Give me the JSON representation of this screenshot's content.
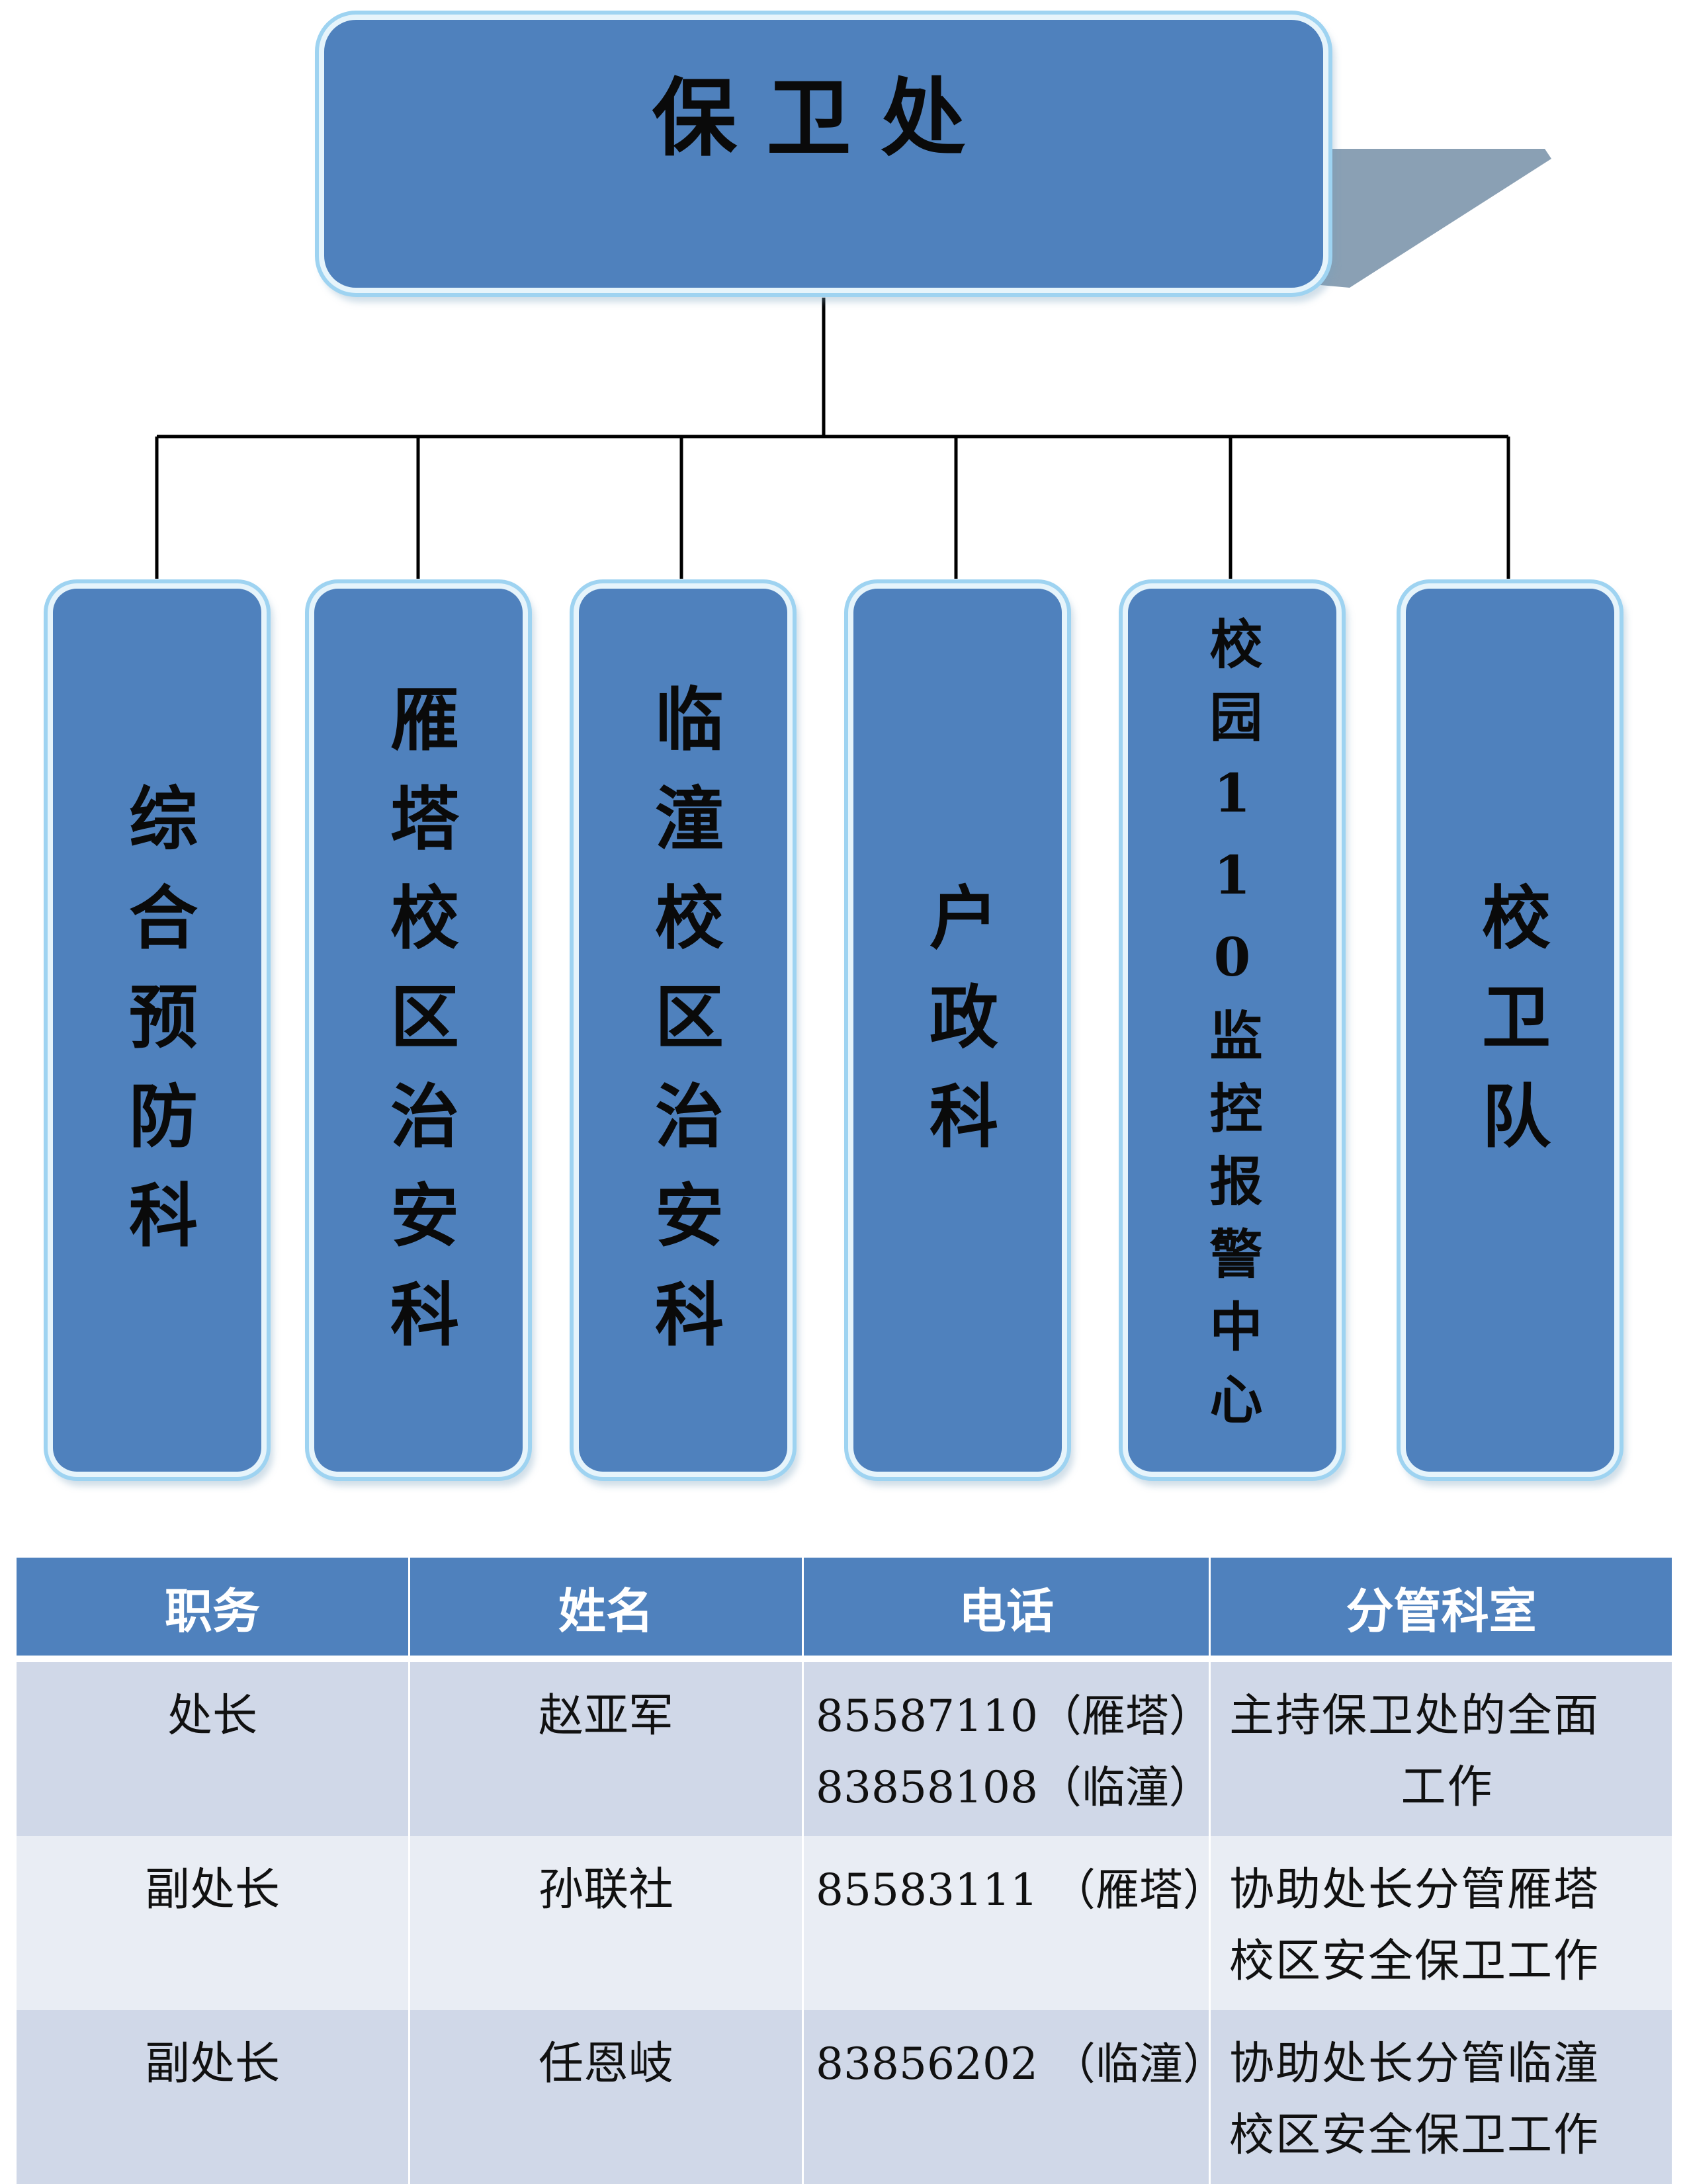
{
  "top": {
    "title": "保卫处"
  },
  "departments": [
    {
      "label": "综合预防科"
    },
    {
      "label": "雁塔校区治安科"
    },
    {
      "label": "临潼校区治安科"
    },
    {
      "label": "户政科"
    },
    {
      "label": "校园110监控报警中心"
    },
    {
      "label": "校卫队"
    }
  ],
  "table": {
    "headers": [
      "职务",
      "姓名",
      "电话",
      "分管科室"
    ],
    "rows": [
      {
        "position": "处长",
        "name": "赵亚军",
        "phones": [
          "85587110（雁塔）",
          "83858108（临潼）"
        ],
        "duty": [
          "主持保卫处的全面",
          "工作"
        ]
      },
      {
        "position": "副处长",
        "name": "孙联社",
        "phones": [
          "85583111 （雁塔）"
        ],
        "duty": [
          "协助处长分管雁塔",
          "校区安全保卫工作"
        ]
      },
      {
        "position": "副处长",
        "name": "任恩岐",
        "phones": [
          "83856202 （临潼）"
        ],
        "duty": [
          "协助处长分管临潼",
          "校区安全保卫工作"
        ]
      }
    ]
  },
  "colors": {
    "box_fill": "#4f81bd",
    "box_glow": "#9ed3f1",
    "header_fill": "#4f81bd",
    "row_a": "#d0d8e8",
    "row_b": "#e9edf4",
    "connector": "#000000",
    "tab": "#8aa0b4"
  }
}
